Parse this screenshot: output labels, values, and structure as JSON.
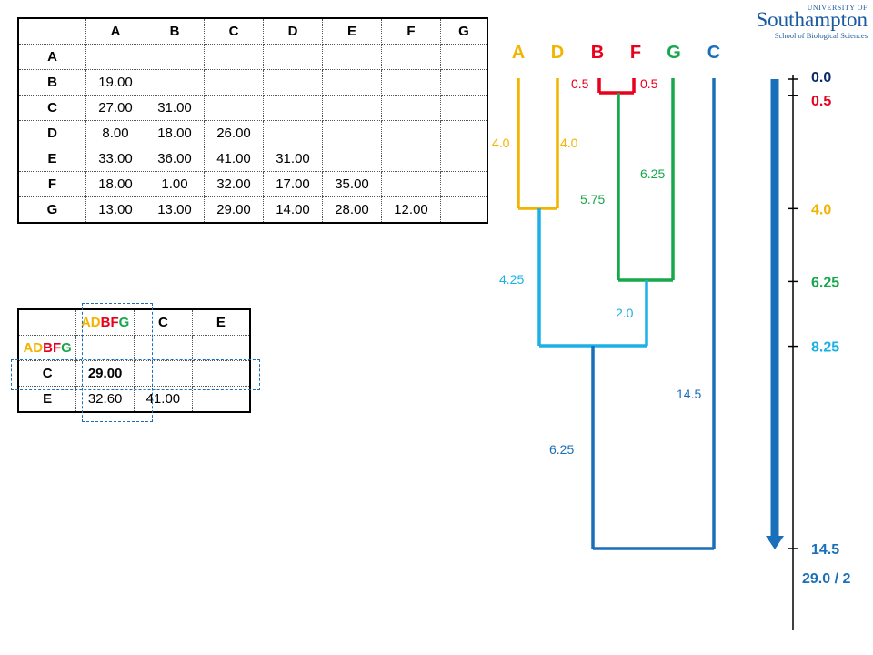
{
  "colors": {
    "A": "#f2b400",
    "B": "#e8001c",
    "C": "#1a6fba",
    "D": "#f2b400",
    "E": "#000000",
    "F": "#e8001c",
    "G": "#16a84a",
    "cyan": "#1bb0e6",
    "green": "#16a84a",
    "blue": "#1a6fba",
    "navy": "#0b2a6b"
  },
  "logo": {
    "university_of": "UNIVERSITY OF",
    "name": "Southampton",
    "school": "School of Biological Sciences"
  },
  "matrix1": {
    "headers": [
      "A",
      "B",
      "C",
      "D",
      "E",
      "F",
      "G"
    ],
    "rows": [
      {
        "label": "A",
        "cells": []
      },
      {
        "label": "B",
        "cells": [
          "19.00"
        ]
      },
      {
        "label": "C",
        "cells": [
          "27.00",
          "31.00"
        ]
      },
      {
        "label": "D",
        "cells": [
          "8.00",
          "18.00",
          "26.00"
        ]
      },
      {
        "label": "E",
        "cells": [
          "33.00",
          "36.00",
          "41.00",
          "31.00"
        ]
      },
      {
        "label": "F",
        "cells": [
          "18.00",
          "1.00",
          "32.00",
          "17.00",
          "35.00"
        ]
      },
      {
        "label": "G",
        "cells": [
          "13.00",
          "13.00",
          "29.00",
          "14.00",
          "28.00",
          "12.00"
        ]
      }
    ]
  },
  "matrix2": {
    "header_cluster": [
      "A",
      "D",
      "B",
      "F",
      "G"
    ],
    "header_c": "C",
    "header_e": "E",
    "row_c_label": "C",
    "row_e_label": "E",
    "c_value": "29.00",
    "e_value_1": "32.60",
    "e_value_2": "41.00"
  },
  "dendrogram": {
    "leaves": [
      "A",
      "D",
      "B",
      "F",
      "G",
      "C"
    ],
    "branch_labels": {
      "a": "4.0",
      "d": "4.0",
      "b": "0.5",
      "f": "0.5",
      "bf": "5.75",
      "g": "6.25",
      "ad": "4.25",
      "bfg": "2.0",
      "c": "14.5",
      "adbfg": "6.25"
    },
    "scale_ticks": [
      {
        "label": "0.0",
        "value": 0.0,
        "color": "navy"
      },
      {
        "label": "0.5",
        "value": 0.5,
        "color": "B"
      },
      {
        "label": "4.0",
        "value": 4.0,
        "color": "A"
      },
      {
        "label": "6.25",
        "value": 6.25,
        "color": "green"
      },
      {
        "label": "8.25",
        "value": 8.25,
        "color": "cyan"
      },
      {
        "label": "14.5",
        "value": 14.5,
        "color": "blue"
      }
    ],
    "scale_note": "29.0 / 2"
  }
}
